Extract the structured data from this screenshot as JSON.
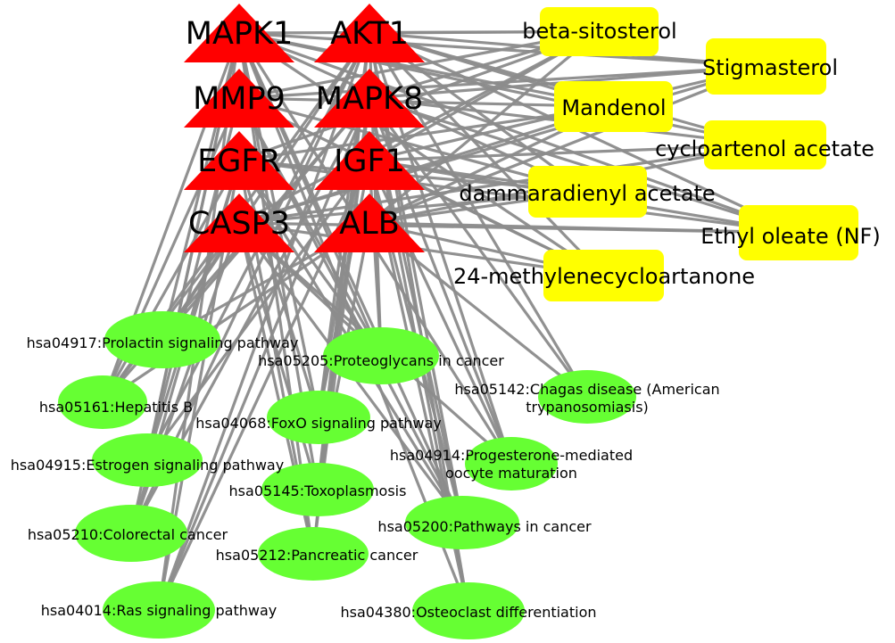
{
  "colors": {
    "target_fill": "#ff0000",
    "compound_fill": "#ffff00",
    "pathway_fill": "#66ff33",
    "edge": "#8c8c8c",
    "background": "#ffffff"
  },
  "node_shapes": {
    "targets": "triangle",
    "compounds": "rounded-rectangle",
    "pathways": "ellipse"
  },
  "targets": [
    {
      "id": "MAPK1",
      "label": "MAPK1"
    },
    {
      "id": "AKT1",
      "label": "AKT1"
    },
    {
      "id": "MMP9",
      "label": "MMP9"
    },
    {
      "id": "MAPK8",
      "label": "MAPK8"
    },
    {
      "id": "EGFR",
      "label": "EGFR"
    },
    {
      "id": "IGF1",
      "label": "IGF1"
    },
    {
      "id": "CASP3",
      "label": "CASP3"
    },
    {
      "id": "ALB",
      "label": "ALB"
    }
  ],
  "compounds": [
    {
      "id": "beta",
      "label": "beta-sitosterol"
    },
    {
      "id": "stig",
      "label": "Stigmasterol"
    },
    {
      "id": "mand",
      "label": "Mandenol"
    },
    {
      "id": "cyclo",
      "label": "cycloartenol acetate"
    },
    {
      "id": "damm",
      "label": "dammaradienyl acetate"
    },
    {
      "id": "ethyl",
      "label": "Ethyl oleate (NF)"
    },
    {
      "id": "meth",
      "label": "24-methylenecycloartanone"
    }
  ],
  "pathways": [
    {
      "id": "hsa04917",
      "lines": [
        "hsa04917:Prolactin signaling pathway"
      ]
    },
    {
      "id": "hsa05205",
      "lines": [
        "hsa05205:Proteoglycans in cancer"
      ]
    },
    {
      "id": "hsa05161",
      "lines": [
        "hsa05161:Hepatitis B"
      ]
    },
    {
      "id": "hsa05142",
      "lines": [
        "hsa05142:Chagas disease (American",
        "trypanosomiasis)"
      ]
    },
    {
      "id": "hsa04068",
      "lines": [
        "hsa04068:FoxO signaling pathway"
      ]
    },
    {
      "id": "hsa04914",
      "lines": [
        "hsa04914:Progesterone-mediated",
        "oocyte maturation"
      ]
    },
    {
      "id": "hsa04915",
      "lines": [
        "hsa04915:Estrogen signaling pathway"
      ]
    },
    {
      "id": "hsa05145",
      "lines": [
        "hsa05145:Toxoplasmosis"
      ]
    },
    {
      "id": "hsa05200",
      "lines": [
        "hsa05200:Pathways in cancer"
      ]
    },
    {
      "id": "hsa05210",
      "lines": [
        "hsa05210:Colorectal cancer"
      ]
    },
    {
      "id": "hsa05212",
      "lines": [
        "hsa05212:Pancreatic cancer"
      ]
    },
    {
      "id": "hsa04014",
      "lines": [
        "hsa04014:Ras signaling pathway"
      ]
    },
    {
      "id": "hsa04380",
      "lines": [
        "hsa04380:Osteoclast differentiation"
      ]
    }
  ],
  "edges": [
    [
      "beta",
      "MAPK1"
    ],
    [
      "beta",
      "AKT1"
    ],
    [
      "beta",
      "MMP9"
    ],
    [
      "beta",
      "MAPK8"
    ],
    [
      "beta",
      "EGFR"
    ],
    [
      "beta",
      "IGF1"
    ],
    [
      "beta",
      "CASP3"
    ],
    [
      "beta",
      "ALB"
    ],
    [
      "stig",
      "MAPK1"
    ],
    [
      "stig",
      "AKT1"
    ],
    [
      "stig",
      "MMP9"
    ],
    [
      "stig",
      "MAPK8"
    ],
    [
      "stig",
      "IGF1"
    ],
    [
      "stig",
      "CASP3"
    ],
    [
      "stig",
      "ALB"
    ],
    [
      "mand",
      "MAPK1"
    ],
    [
      "mand",
      "AKT1"
    ],
    [
      "mand",
      "MMP9"
    ],
    [
      "mand",
      "EGFR"
    ],
    [
      "mand",
      "CASP3"
    ],
    [
      "mand",
      "ALB"
    ],
    [
      "cyclo",
      "MAPK1"
    ],
    [
      "cyclo",
      "AKT1"
    ],
    [
      "cyclo",
      "MAPK8"
    ],
    [
      "cyclo",
      "IGF1"
    ],
    [
      "cyclo",
      "CASP3"
    ],
    [
      "cyclo",
      "ALB"
    ],
    [
      "damm",
      "MAPK1"
    ],
    [
      "damm",
      "AKT1"
    ],
    [
      "damm",
      "MMP9"
    ],
    [
      "damm",
      "EGFR"
    ],
    [
      "damm",
      "IGF1"
    ],
    [
      "damm",
      "CASP3"
    ],
    [
      "damm",
      "ALB"
    ],
    [
      "ethyl",
      "MAPK1"
    ],
    [
      "ethyl",
      "AKT1"
    ],
    [
      "ethyl",
      "MAPK8"
    ],
    [
      "ethyl",
      "EGFR"
    ],
    [
      "ethyl",
      "IGF1"
    ],
    [
      "ethyl",
      "CASP3"
    ],
    [
      "ethyl",
      "ALB"
    ],
    [
      "meth",
      "MAPK1"
    ],
    [
      "meth",
      "AKT1"
    ],
    [
      "meth",
      "MMP9"
    ],
    [
      "meth",
      "IGF1"
    ],
    [
      "meth",
      "CASP3"
    ],
    [
      "meth",
      "ALB"
    ],
    [
      "hsa04917",
      "MAPK1"
    ],
    [
      "hsa04917",
      "AKT1"
    ],
    [
      "hsa04917",
      "MAPK8"
    ],
    [
      "hsa04917",
      "CASP3"
    ],
    [
      "hsa04917",
      "ALB"
    ],
    [
      "hsa05205",
      "MAPK1"
    ],
    [
      "hsa05205",
      "AKT1"
    ],
    [
      "hsa05205",
      "MMP9"
    ],
    [
      "hsa05205",
      "EGFR"
    ],
    [
      "hsa05205",
      "IGF1"
    ],
    [
      "hsa05205",
      "CASP3"
    ],
    [
      "hsa05161",
      "MAPK1"
    ],
    [
      "hsa05161",
      "AKT1"
    ],
    [
      "hsa05161",
      "MMP9"
    ],
    [
      "hsa05161",
      "MAPK8"
    ],
    [
      "hsa05161",
      "EGFR"
    ],
    [
      "hsa05161",
      "CASP3"
    ],
    [
      "hsa05161",
      "ALB"
    ],
    [
      "hsa05142",
      "AKT1"
    ],
    [
      "hsa05142",
      "MAPK8"
    ],
    [
      "hsa05142",
      "ALB"
    ],
    [
      "hsa04068",
      "MAPK1"
    ],
    [
      "hsa04068",
      "AKT1"
    ],
    [
      "hsa04068",
      "MAPK8"
    ],
    [
      "hsa04068",
      "EGFR"
    ],
    [
      "hsa04068",
      "IGF1"
    ],
    [
      "hsa04914",
      "MAPK1"
    ],
    [
      "hsa04914",
      "AKT1"
    ],
    [
      "hsa04914",
      "MAPK8"
    ],
    [
      "hsa04914",
      "IGF1"
    ],
    [
      "hsa04914",
      "CASP3"
    ],
    [
      "hsa04915",
      "MAPK1"
    ],
    [
      "hsa04915",
      "AKT1"
    ],
    [
      "hsa04915",
      "MMP9"
    ],
    [
      "hsa04915",
      "EGFR"
    ],
    [
      "hsa04915",
      "IGF1"
    ],
    [
      "hsa05145",
      "MAPK1"
    ],
    [
      "hsa05145",
      "AKT1"
    ],
    [
      "hsa05145",
      "MAPK8"
    ],
    [
      "hsa05145",
      "CASP3"
    ],
    [
      "hsa05145",
      "ALB"
    ],
    [
      "hsa05200",
      "MAPK1"
    ],
    [
      "hsa05200",
      "AKT1"
    ],
    [
      "hsa05200",
      "MMP9"
    ],
    [
      "hsa05200",
      "MAPK8"
    ],
    [
      "hsa05200",
      "EGFR"
    ],
    [
      "hsa05200",
      "IGF1"
    ],
    [
      "hsa05200",
      "CASP3"
    ],
    [
      "hsa05210",
      "MAPK1"
    ],
    [
      "hsa05210",
      "AKT1"
    ],
    [
      "hsa05210",
      "MAPK8"
    ],
    [
      "hsa05210",
      "EGFR"
    ],
    [
      "hsa05210",
      "CASP3"
    ],
    [
      "hsa05212",
      "MAPK1"
    ],
    [
      "hsa05212",
      "AKT1"
    ],
    [
      "hsa05212",
      "MAPK8"
    ],
    [
      "hsa05212",
      "EGFR"
    ],
    [
      "hsa05212",
      "CASP3"
    ],
    [
      "hsa04014",
      "MAPK1"
    ],
    [
      "hsa04014",
      "AKT1"
    ],
    [
      "hsa04014",
      "MAPK8"
    ],
    [
      "hsa04014",
      "EGFR"
    ],
    [
      "hsa04014",
      "IGF1"
    ],
    [
      "hsa04380",
      "MAPK1"
    ],
    [
      "hsa04380",
      "AKT1"
    ],
    [
      "hsa04380",
      "MAPK8"
    ],
    [
      "hsa04380",
      "IGF1"
    ]
  ]
}
